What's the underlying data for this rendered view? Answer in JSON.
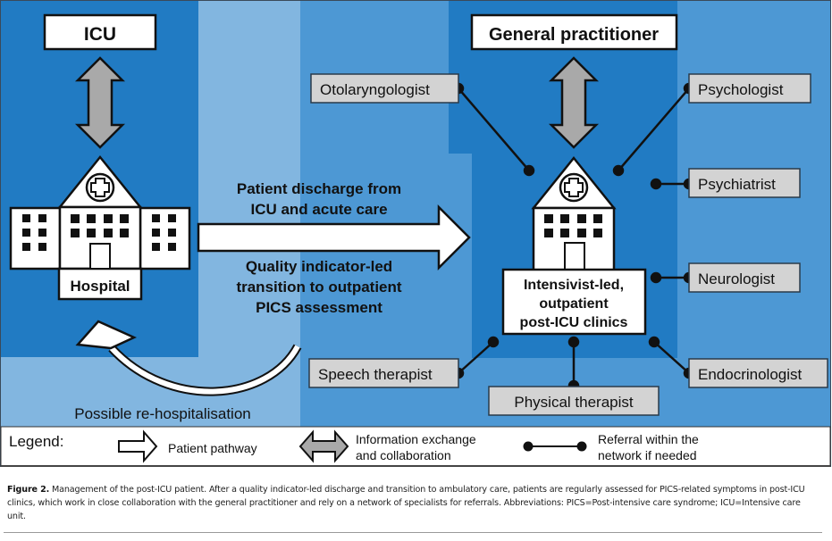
{
  "figure": {
    "colors": {
      "dark_blue": "#217bc3",
      "light_blue": "#82b6e0",
      "mid_blue": "#4d98d4",
      "specialist_box": "#d3d3d3",
      "collab_arrow": "#a9a9a9",
      "outline": "#111111"
    },
    "left": {
      "icu_label": "ICU",
      "hospital_label": "Hospital",
      "rehospitalisation_label": "Possible re-hospitalisation"
    },
    "transition": {
      "line1": "Patient discharge from",
      "line2": "ICU and acute care",
      "line3": "Quality indicator-led",
      "line4": "transition to outpatient",
      "line5": "PICS assessment"
    },
    "right": {
      "gp_label": "General practitioner",
      "clinic_line1": "Intensivist-led,",
      "clinic_line2": "outpatient",
      "clinic_line3": "post-ICU clinics",
      "specialists": [
        {
          "id": "otolaryngologist",
          "label": "Otolaryngologist"
        },
        {
          "id": "psychologist",
          "label": "Psychologist"
        },
        {
          "id": "psychiatrist",
          "label": "Psychiatrist"
        },
        {
          "id": "neurologist",
          "label": "Neurologist"
        },
        {
          "id": "speech-therapist",
          "label": "Speech therapist"
        },
        {
          "id": "physical-therapist",
          "label": "Physical therapist"
        },
        {
          "id": "endocrinologist",
          "label": "Endocrinologist"
        }
      ]
    },
    "legend": {
      "title": "Legend:",
      "items": [
        {
          "icon": "patient-pathway-arrow-icon",
          "label": "Patient pathway"
        },
        {
          "icon": "double-arrow-icon",
          "label_line1": "Information exchange",
          "label_line2": "and collaboration"
        },
        {
          "icon": "referral-line-icon",
          "label_line1": "Referral within the",
          "label_line2": "network if needed"
        }
      ]
    },
    "caption": {
      "label": "Figure 2.",
      "text": "Management of the post-ICU patient. After a quality indicator-led discharge and transition to ambulatory care, patients are regularly assessed for PICS-related symptoms in post-ICU clinics, which work in close collaboration with the general practitioner and rely on a network of specialists for referrals. Abbreviations: PICS=Post-intensive care syndrome; ICU=Intensive care unit."
    }
  }
}
